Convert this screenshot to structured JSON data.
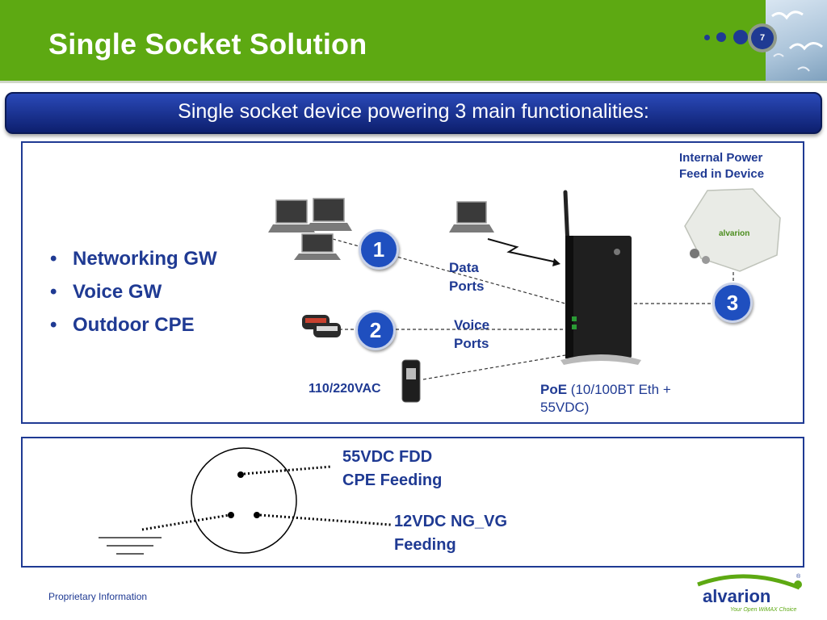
{
  "slide": {
    "title": "Single Socket Solution",
    "page_number": "7",
    "banner": "Single socket device powering 3 main functionalities:"
  },
  "bullets": [
    "Networking GW",
    "Voice GW",
    "Outdoor CPE"
  ],
  "diagram": {
    "markers": [
      "1",
      "2",
      "3"
    ],
    "labels": {
      "data_ports": "Data Ports",
      "voice_ports": "Voice Ports",
      "power_supply": "110/220VAC",
      "poe_bold": "PoE",
      "poe_rest": "(10/100BT Eth + 55VDC)",
      "internal_power": "Internal Power Feed in Device"
    }
  },
  "socket": {
    "cpe_feeding": [
      "55VDC FDD",
      "CPE Feeding"
    ],
    "ngvg_feeding": [
      "12VDC NG_VG",
      "Feeding"
    ]
  },
  "footer": {
    "text": "Proprietary Information",
    "logo_name": "alvarion",
    "logo_tagline": "Your Open WiMAX Choice"
  },
  "colors": {
    "header_green": "#5da912",
    "brand_blue": "#1f3a93",
    "marker_blue": "#1f4fbf"
  }
}
